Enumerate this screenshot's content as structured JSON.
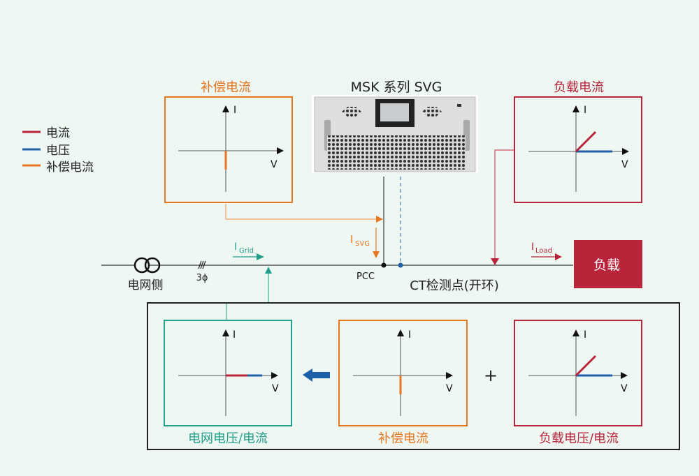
{
  "colors": {
    "background": "#eef7f1",
    "current": "#b8243a",
    "voltage": "#1f5fa8",
    "compensation": "#e87722",
    "grid": "#23a08c",
    "line": "#555555",
    "axis": "#777777",
    "frame": "#222222"
  },
  "legend": {
    "items": [
      {
        "label": "电流",
        "color": "#b8243a"
      },
      {
        "label": "电压",
        "color": "#1f5fa8"
      },
      {
        "label": "补偿电流",
        "color": "#e87722"
      }
    ]
  },
  "device": {
    "title": "MSK 系列 SVG"
  },
  "top_panels": {
    "compensation": {
      "title": "补偿电流",
      "axis_i": "I",
      "axis_v": "V"
    },
    "load": {
      "title": "负载电流",
      "axis_i": "I",
      "axis_v": "V"
    }
  },
  "circuit": {
    "grid_side_label": "电网侧",
    "phase_label": "3ϕ",
    "i_grid_main": "I",
    "i_grid_sub": "Grid",
    "i_svg_main": "I",
    "i_svg_sub": "SVG",
    "i_load_main": "I",
    "i_load_sub": "Load",
    "pcc_label": "PCC",
    "ct_label": "CT检测点(开环)",
    "load_box_label": "负载"
  },
  "bottom_panels": {
    "grid": {
      "caption": "电网电压/电流",
      "axis_i": "I",
      "axis_v": "V"
    },
    "compensation": {
      "caption": "补偿电流",
      "axis_i": "I",
      "axis_v": "V"
    },
    "load": {
      "caption": "负载电压/电流",
      "axis_i": "I",
      "axis_v": "V"
    },
    "plus_sign": "+"
  }
}
